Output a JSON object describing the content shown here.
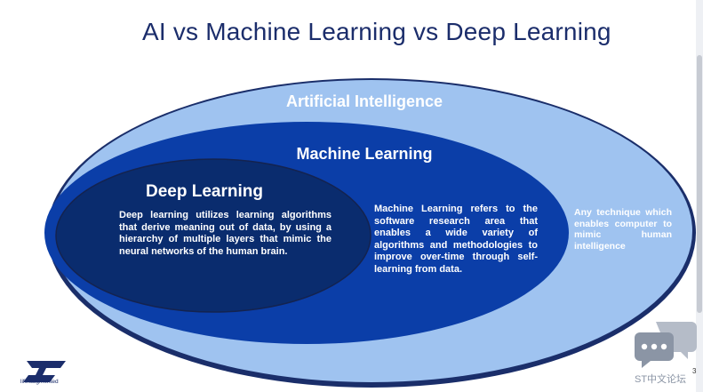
{
  "slide": {
    "title": "AI vs Machine Learning vs Deep Learning",
    "page_number": "3"
  },
  "diagram": {
    "colors": {
      "outer": "#9fc3f0",
      "middle": "#0b3ea8",
      "inner": "#0a2c6e",
      "rim": "#1a2e6a"
    },
    "ai": {
      "label": "Artificial Intelligence",
      "description": "Any technique which enables computer to mimic human intelligence"
    },
    "ml": {
      "label": "Machine Learning",
      "description": "Machine Learning refers to the software research area that enables a wide variety of algorithms and methodologies to improve over-time through self-learning from data."
    },
    "dl": {
      "label": "Deep Learning",
      "description": "Deep learning utilizes learning algorithms that derive meaning out of data, by using a hierarchy of multiple layers that mimic the neural networks of the human brain."
    }
  },
  "footer": {
    "logo_tagline": "life.augmented",
    "watermark": "ST中文论坛"
  }
}
